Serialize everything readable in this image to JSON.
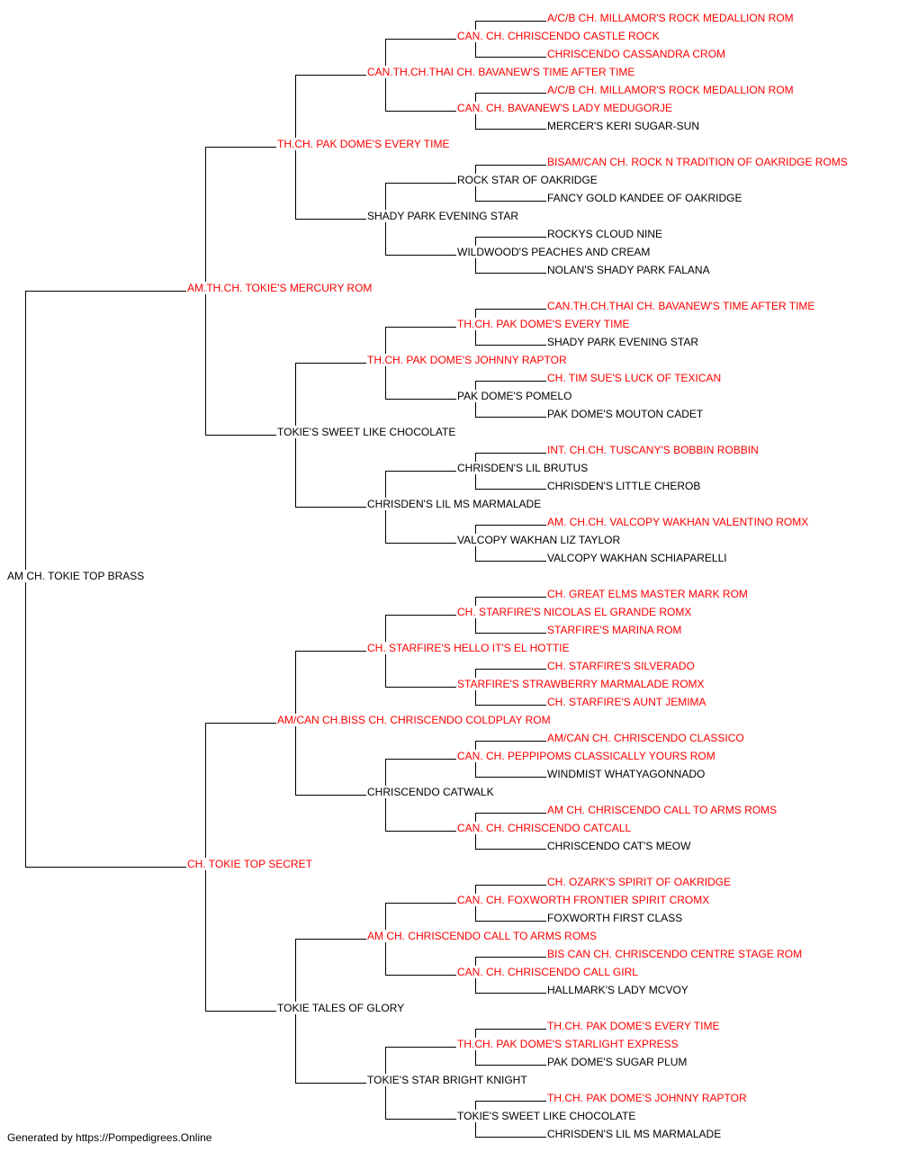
{
  "colors": {
    "champion": "#ff0000",
    "regular": "#000000",
    "line": "#000000"
  },
  "root": {
    "name": "AM CH. TOKIE TOP BRASS",
    "champion": false
  },
  "gen1": [
    {
      "name": "AM.TH.CH. TOKIE'S MERCURY ROM",
      "champion": true
    },
    {
      "name": "CH. TOKIE TOP SECRET",
      "champion": true
    }
  ],
  "gen2": [
    {
      "name": "TH.CH. PAK DOME'S EVERY TIME",
      "champion": true
    },
    {
      "name": "TOKIE'S SWEET LIKE CHOCOLATE",
      "champion": false
    },
    {
      "name": "AM/CAN CH.BISS CH. CHRISCENDO COLDPLAY ROM",
      "champion": true
    },
    {
      "name": "TOKIE TALES OF GLORY",
      "champion": false
    }
  ],
  "gen3": [
    {
      "name": "CAN.TH.CH.THAI CH. BAVANEW'S TIME AFTER TIME",
      "champion": true
    },
    {
      "name": "SHADY PARK EVENING STAR",
      "champion": false
    },
    {
      "name": "TH.CH. PAK DOME'S JOHNNY RAPTOR",
      "champion": true
    },
    {
      "name": "CHRISDEN'S LIL MS MARMALADE",
      "champion": false
    },
    {
      "name": "CH. STARFIRE'S HELLO IT'S EL HOTTIE",
      "champion": true
    },
    {
      "name": "CHRISCENDO CATWALK",
      "champion": false
    },
    {
      "name": "AM CH. CHRISCENDO CALL TO ARMS ROMS",
      "champion": true
    },
    {
      "name": "TOKIE'S STAR BRIGHT KNIGHT",
      "champion": false
    }
  ],
  "gen4": [
    {
      "name": "CAN. CH. CHRISCENDO CASTLE ROCK",
      "champion": true
    },
    {
      "name": "CAN. CH. BAVANEW'S LADY MEDUGORJE",
      "champion": true
    },
    {
      "name": "ROCK STAR OF OAKRIDGE",
      "champion": false
    },
    {
      "name": "WILDWOOD'S PEACHES AND CREAM",
      "champion": false
    },
    {
      "name": "TH.CH. PAK DOME'S EVERY TIME",
      "champion": true
    },
    {
      "name": "PAK DOME'S POMELO",
      "champion": false
    },
    {
      "name": "CHRISDEN'S LIL BRUTUS",
      "champion": false
    },
    {
      "name": "VALCOPY WAKHAN LIZ TAYLOR",
      "champion": false
    },
    {
      "name": "CH. STARFIRE'S NICOLAS EL GRANDE ROMX",
      "champion": true
    },
    {
      "name": "STARFIRE'S STRAWBERRY MARMALADE ROMX",
      "champion": true
    },
    {
      "name": "CAN. CH. PEPPIPOMS CLASSICALLY YOURS ROM",
      "champion": true
    },
    {
      "name": "CAN. CH. CHRISCENDO CATCALL",
      "champion": true
    },
    {
      "name": "CAN. CH. FOXWORTH FRONTIER SPIRIT CROMX",
      "champion": true
    },
    {
      "name": "CAN. CH. CHRISCENDO CALL GIRL",
      "champion": true
    },
    {
      "name": "TH.CH. PAK DOME'S STARLIGHT EXPRESS",
      "champion": true
    },
    {
      "name": "TOKIE'S SWEET LIKE CHOCOLATE",
      "champion": false
    }
  ],
  "gen5": [
    {
      "name": "A/C/B CH. MILLAMOR'S ROCK MEDALLION ROM",
      "champion": true
    },
    {
      "name": "CHRISCENDO CASSANDRA CROM",
      "champion": true
    },
    {
      "name": "A/C/B CH. MILLAMOR'S ROCK MEDALLION ROM",
      "champion": true
    },
    {
      "name": "MERCER'S KERI SUGAR-SUN",
      "champion": false
    },
    {
      "name": "BISAM/CAN CH. ROCK N TRADITION OF OAKRIDGE ROMS",
      "champion": true
    },
    {
      "name": "FANCY GOLD KANDEE OF OAKRIDGE",
      "champion": false
    },
    {
      "name": "ROCKYS CLOUD NINE",
      "champion": false
    },
    {
      "name": "NOLAN'S SHADY PARK FALANA",
      "champion": false
    },
    {
      "name": "CAN.TH.CH.THAI CH. BAVANEW'S TIME AFTER TIME",
      "champion": true
    },
    {
      "name": "SHADY PARK EVENING STAR",
      "champion": false
    },
    {
      "name": "CH. TIM SUE'S LUCK OF TEXICAN",
      "champion": true
    },
    {
      "name": "PAK DOME'S MOUTON CADET",
      "champion": false
    },
    {
      "name": "INT. CH.CH. TUSCANY'S BOBBIN ROBBIN",
      "champion": true
    },
    {
      "name": "CHRISDEN'S LITTLE CHEROB",
      "champion": false
    },
    {
      "name": "AM. CH.CH. VALCOPY WAKHAN VALENTINO ROMX",
      "champion": true
    },
    {
      "name": "VALCOPY WAKHAN SCHIAPARELLI",
      "champion": false
    },
    {
      "name": "CH. GREAT ELMS MASTER MARK ROM",
      "champion": true
    },
    {
      "name": "STARFIRE'S MARINA ROM",
      "champion": true
    },
    {
      "name": "CH. STARFIRE'S SILVERADO",
      "champion": true
    },
    {
      "name": "CH. STARFIRE'S AUNT JEMIMA",
      "champion": true
    },
    {
      "name": "AM/CAN CH. CHRISCENDO CLASSICO",
      "champion": true
    },
    {
      "name": "WINDMIST WHATYAGONNADO",
      "champion": false
    },
    {
      "name": "AM CH. CHRISCENDO CALL TO ARMS ROMS",
      "champion": true
    },
    {
      "name": "CHRISCENDO CAT'S MEOW",
      "champion": false
    },
    {
      "name": "CH. OZARK'S SPIRIT OF OAKRIDGE",
      "champion": true
    },
    {
      "name": "FOXWORTH FIRST CLASS",
      "champion": false
    },
    {
      "name": "BIS CAN CH. CHRISCENDO CENTRE STAGE ROM",
      "champion": true
    },
    {
      "name": "HALLMARK'S LADY MCVOY",
      "champion": false
    },
    {
      "name": "TH.CH. PAK DOME'S EVERY TIME",
      "champion": true
    },
    {
      "name": "PAK DOME'S SUGAR PLUM",
      "champion": false
    },
    {
      "name": "TH.CH. PAK DOME'S JOHNNY RAPTOR",
      "champion": true
    },
    {
      "name": "CHRISDEN'S LIL MS MARMALADE",
      "champion": false
    }
  ],
  "footer": "Generated by https://Pompedigrees.Online"
}
